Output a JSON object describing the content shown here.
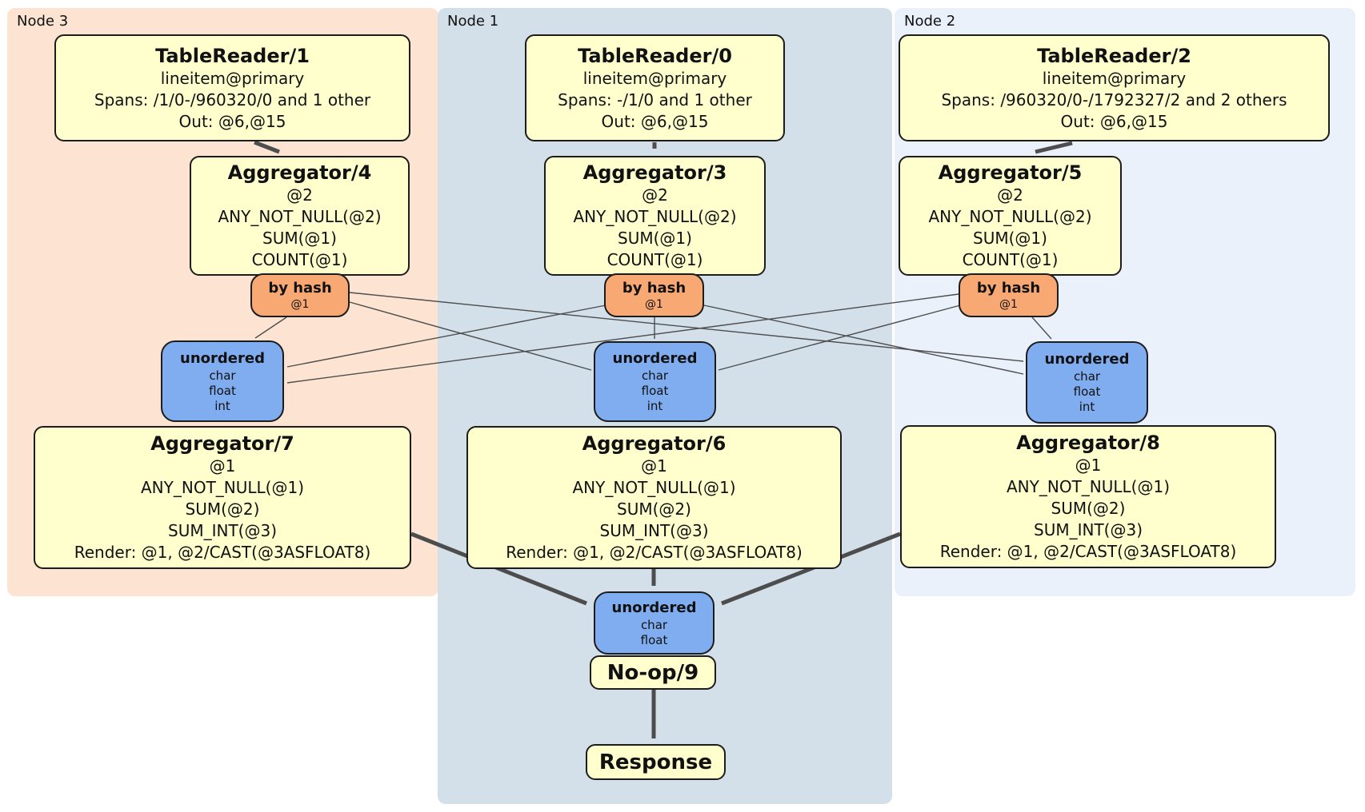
{
  "regions": {
    "node3": {
      "label": "Node 3"
    },
    "node1": {
      "label": "Node 1"
    },
    "node2": {
      "label": "Node 2"
    }
  },
  "boxes": {
    "tablereader1": {
      "title": "TableReader/1",
      "lines": [
        "lineitem@primary",
        "Spans: /1/0-/960320/0 and 1 other",
        "Out: @6,@15"
      ]
    },
    "tablereader0": {
      "title": "TableReader/0",
      "lines": [
        "lineitem@primary",
        "Spans: -/1/0 and 1 other",
        "Out: @6,@15"
      ]
    },
    "tablereader2": {
      "title": "TableReader/2",
      "lines": [
        "lineitem@primary",
        "Spans: /960320/0-/1792327/2 and 2 others",
        "Out: @6,@15"
      ]
    },
    "aggregator4": {
      "title": "Aggregator/4",
      "lines": [
        "@2",
        "ANY_NOT_NULL(@2)",
        "SUM(@1)",
        "COUNT(@1)"
      ]
    },
    "aggregator3": {
      "title": "Aggregator/3",
      "lines": [
        "@2",
        "ANY_NOT_NULL(@2)",
        "SUM(@1)",
        "COUNT(@1)"
      ]
    },
    "aggregator5": {
      "title": "Aggregator/5",
      "lines": [
        "@2",
        "ANY_NOT_NULL(@2)",
        "SUM(@1)",
        "COUNT(@1)"
      ]
    },
    "router_node3": {
      "title": "by hash",
      "key": "@1"
    },
    "router_node1": {
      "title": "by hash",
      "key": "@1"
    },
    "router_node2": {
      "title": "by hash",
      "key": "@1"
    },
    "sync_node3": {
      "title": "unordered",
      "lines": [
        "char",
        "float",
        "int"
      ]
    },
    "sync_node1": {
      "title": "unordered",
      "lines": [
        "char",
        "float",
        "int"
      ]
    },
    "sync_node2": {
      "title": "unordered",
      "lines": [
        "char",
        "float",
        "int"
      ]
    },
    "aggregator7": {
      "title": "Aggregator/7",
      "lines": [
        "@1",
        "ANY_NOT_NULL(@1)",
        "SUM(@2)",
        "SUM_INT(@3)",
        "Render: @1, @2/CAST(@3ASFLOAT8)"
      ]
    },
    "aggregator6": {
      "title": "Aggregator/6",
      "lines": [
        "@1",
        "ANY_NOT_NULL(@1)",
        "SUM(@2)",
        "SUM_INT(@3)",
        "Render: @1, @2/CAST(@3ASFLOAT8)"
      ]
    },
    "aggregator8": {
      "title": "Aggregator/8",
      "lines": [
        "@1",
        "ANY_NOT_NULL(@1)",
        "SUM(@2)",
        "SUM_INT(@3)",
        "Render: @1, @2/CAST(@3ASFLOAT8)"
      ]
    },
    "sync_final": {
      "title": "unordered",
      "lines": [
        "char",
        "float"
      ]
    },
    "noop9": {
      "title": "No-op/9"
    },
    "response": {
      "title": "Response"
    }
  },
  "colors": {
    "node3_bg": "#fce3d2",
    "node1_bg": "#d3e0e9",
    "node2_bg": "#eaf1fb",
    "box_fill": "#ffffcd",
    "router_fill": "#f8a873",
    "sync_fill": "#7fadf0",
    "edge": "#4d4d4d"
  }
}
